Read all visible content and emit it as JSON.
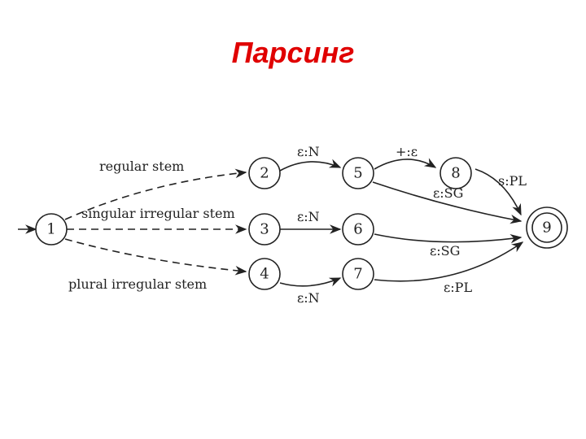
{
  "slide": {
    "title": "Парсинг"
  },
  "diagram": {
    "nodes": [
      {
        "id": "1",
        "label": "1"
      },
      {
        "id": "2",
        "label": "2"
      },
      {
        "id": "3",
        "label": "3"
      },
      {
        "id": "4",
        "label": "4"
      },
      {
        "id": "5",
        "label": "5"
      },
      {
        "id": "6",
        "label": "6"
      },
      {
        "id": "7",
        "label": "7"
      },
      {
        "id": "8",
        "label": "8"
      },
      {
        "id": "9",
        "label": "9",
        "final": true
      }
    ],
    "edges": [
      {
        "from": "1",
        "to": "2",
        "label": "regular stem",
        "style": "dashed"
      },
      {
        "from": "1",
        "to": "3",
        "label": "singular irregular stem",
        "style": "dashed"
      },
      {
        "from": "1",
        "to": "4",
        "label": "plural irregular stem",
        "style": "dashed"
      },
      {
        "from": "2",
        "to": "5",
        "label": "ε:N"
      },
      {
        "from": "3",
        "to": "6",
        "label": "ε:N"
      },
      {
        "from": "4",
        "to": "7",
        "label": "ε:N"
      },
      {
        "from": "5",
        "to": "8",
        "label": "+:ε"
      },
      {
        "from": "5",
        "to": "9",
        "label": "ε:SG"
      },
      {
        "from": "8",
        "to": "9",
        "label": "s:PL"
      },
      {
        "from": "6",
        "to": "9",
        "label": "ε:SG"
      },
      {
        "from": "7",
        "to": "9",
        "label": "ε:PL"
      }
    ]
  }
}
